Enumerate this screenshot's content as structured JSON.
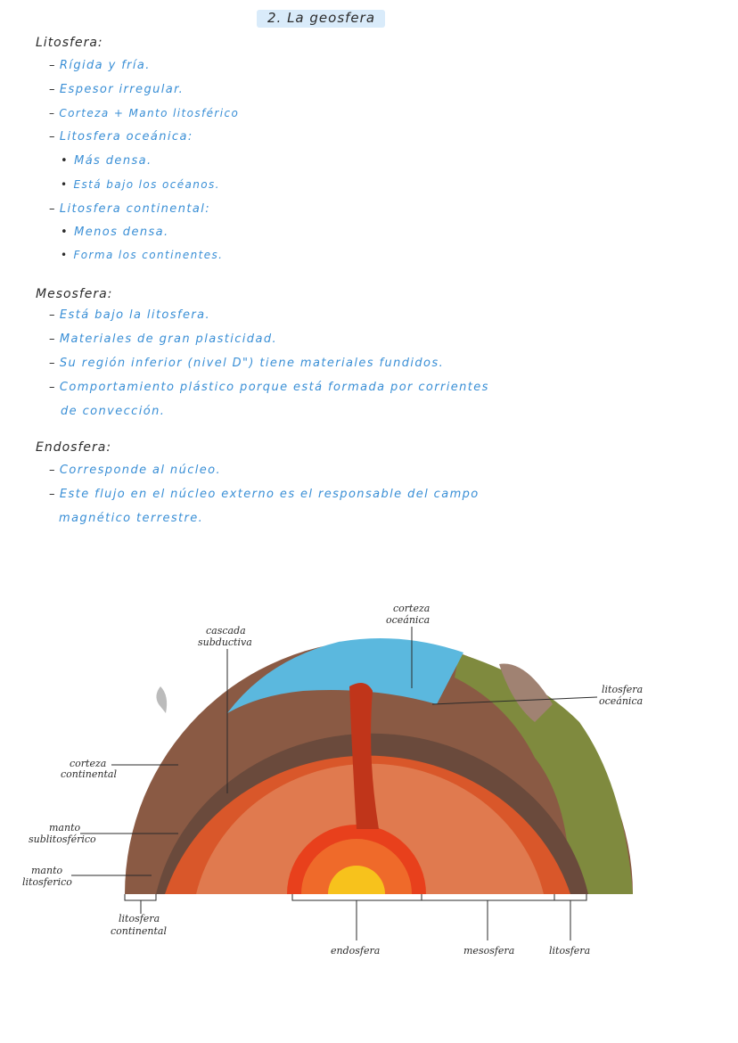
{
  "title": "2. La geosfera",
  "sections": {
    "litosfera": {
      "heading": "Litosfera:",
      "items": [
        "Rígida y fría.",
        "Espesor irregular.",
        "Corteza + Manto litosférico",
        "Litosfera oceánica:",
        "Más densa.",
        "Está bajo los océanos.",
        "Litosfera continental:",
        "Menos densa.",
        "Forma los continentes."
      ]
    },
    "mesosfera": {
      "heading": "Mesosfera:",
      "items": [
        "Está bajo la litosfera.",
        "Materiales de gran plasticidad.",
        "Su región inferior (nivel D\") tiene materiales fundidos.",
        "Comportamiento plástico porque está formada por corrientes",
        "de convección."
      ]
    },
    "endosfera": {
      "heading": "Endosfera:",
      "items": [
        "Corresponde al núcleo.",
        "Este flujo en el núcleo externo es el responsable del campo",
        "magnético terrestre."
      ]
    }
  },
  "diagram": {
    "labels": {
      "corteza_oceanica_1": "corteza",
      "corteza_oceanica_2": "oceánica",
      "cascada_1": "cascada",
      "cascada_2": "subductiva",
      "lit_oceanica_1": "litosfera",
      "lit_oceanica_2": "oceánica",
      "corteza_cont_1": "corteza",
      "corteza_cont_2": "continental",
      "manto_sub_1": "manto",
      "manto_sub_2": "sublitosférico",
      "manto_lit_1": "manto",
      "manto_lit_2": "litosferico",
      "lit_cont_1": "litosfera",
      "lit_cont_2": "continental",
      "endosfera": "endosfera",
      "mesosfera": "mesosfera",
      "litosfera": "litosfera"
    },
    "colors": {
      "ocean": "#5bb8de",
      "crust": "#8a5a44",
      "mantle": "#d9572a",
      "mantle_inner": "#e07a4f",
      "core_outer": "#e8401c",
      "core_inner": "#f7c21c",
      "grass": "#7f8a3e"
    }
  }
}
